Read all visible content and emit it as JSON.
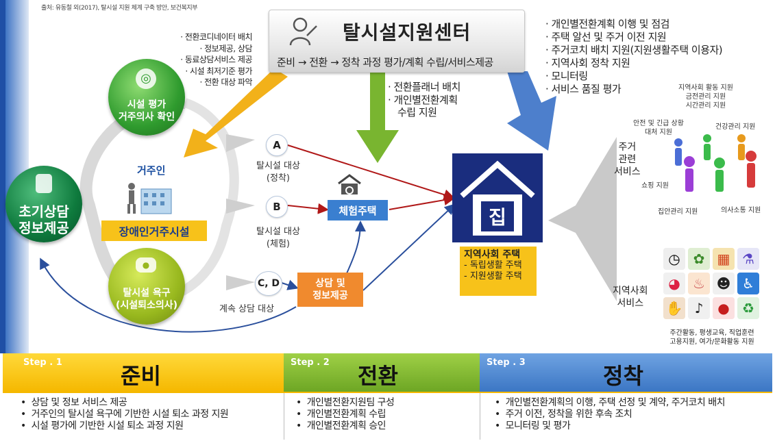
{
  "source": "출처: 유동철 외(2017), 탈시설 지원 체계 구축 방안, 보건복지부",
  "center": {
    "title": "탈시설지원센터",
    "subtitle": "준비 → 전환 → 정착 과정 평가/계획 수립/서비스제공"
  },
  "top_left_bullets": [
    "· 전환코디네이터 배치",
    "· 정보제공, 상담",
    "· 동료상담서비스 제공",
    "· 시설 최저기준 평가",
    "· 전환 대상 파악"
  ],
  "mid_bullets": [
    "· 전환플래너 배치",
    "· 개인별전환계획",
    "수립 지원"
  ],
  "top_right_bullets": [
    "· 개인별전환계획 이행 및 점검",
    "· 주택 알선 및 주거 이전 지원",
    "· 주거코치 배치 지원(지원생활주택 이용자)",
    "· 지역사회 정착 지원",
    "· 모니터링",
    "· 서비스 품질 평가"
  ],
  "circles": {
    "eval": "시설 평가\n거주의사 확인",
    "need": "탈시설 욕구\n(시설퇴소의사)",
    "init": "초기상담\n정보제공"
  },
  "residents": "거주인",
  "facility_label": "장애인거주시설",
  "abc": {
    "a": "A",
    "b": "B",
    "cd": "C, D"
  },
  "target_a": "탈시설 대상\n(정착)",
  "target_b": "탈시설 대상\n(체험)",
  "continue_consult": "계속 상담 대상",
  "experience_house": "체험주택",
  "consult_box": "상담 및\n정보제공",
  "house": {
    "char": "집",
    "title": "지역사회 주택",
    "items": [
      "- 독립생활 주택",
      "- 지원생활 주택"
    ]
  },
  "housing_services": {
    "title": "주거\n관련\n서비스",
    "labels": [
      "지역사회 활동 지원\n금전관리 지원\n시간관리 지원",
      "안전 및 긴급 상황\n대처 지원",
      "건강관리 지원",
      "쇼핑 지원",
      "집안관리 지원",
      "의사소통 지원"
    ]
  },
  "community_services": {
    "title": "지역사회\n서비스",
    "caption": "주간활동, 평생교육, 직업훈련\n고용지원, 여가/문화활동 지원"
  },
  "steps": [
    {
      "label": "Step . 1",
      "title": "준비",
      "items": [
        "상담 및 정보 서비스 제공",
        "거주인의 탈시설 욕구에 기반한 시설 퇴소 과정 지원",
        "시설 평가에 기반한 시설 퇴소 과정 지원"
      ]
    },
    {
      "label": "Step . 2",
      "title": "전환",
      "items": [
        "개인별전환지원팀 구성",
        "개인별전환계획 수립",
        "개인별전환계획 승인"
      ]
    },
    {
      "label": "Step . 3",
      "title": "정착",
      "items": [
        "개인별전환계획의 이행, 주택 선정 및 계약, 주거코치 배치",
        "주거 이전, 정착을 위한 후속 조치",
        "모니터링 및 평가"
      ]
    }
  ],
  "colors": {
    "step1": "#f5b800",
    "step2": "#7cb22e",
    "step3": "#4a86cf",
    "house": "#1a2d7e",
    "arrow_red": "#b01818",
    "arrow_blue": "#2a4f9c"
  }
}
